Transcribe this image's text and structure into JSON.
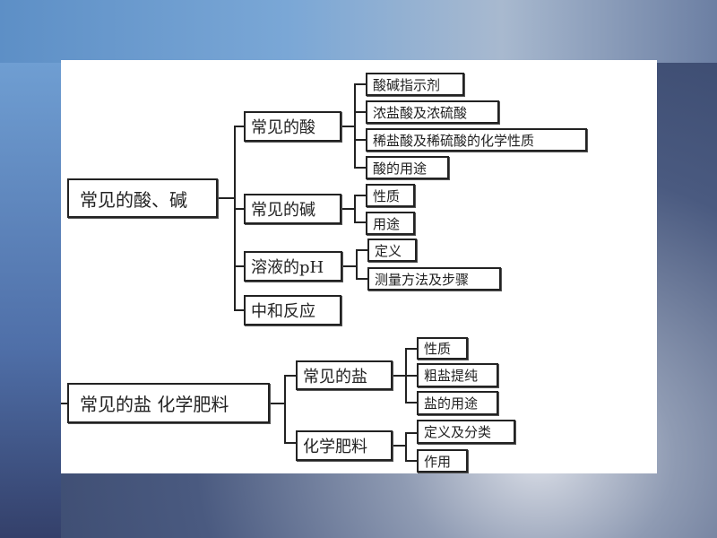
{
  "tree1": {
    "root": "常见的酸、碱",
    "children": [
      {
        "label": "常见的酸",
        "items": [
          "酸碱指示剂",
          "浓盐酸及浓硫酸",
          "稀盐酸及稀硫酸的化学性质",
          "酸的用途"
        ]
      },
      {
        "label": "常见的碱",
        "items": [
          "性质",
          "用途"
        ]
      },
      {
        "label": "溶液的pH",
        "items": [
          "定义",
          "测量方法及步骤"
        ]
      },
      {
        "label": "中和反应",
        "items": []
      }
    ]
  },
  "tree2": {
    "root": "常见的盐  化学肥料",
    "children": [
      {
        "label": "常见的盐",
        "items": [
          "性质",
          "粗盐提纯",
          "盐的用途"
        ]
      },
      {
        "label": "化学肥料",
        "items": [
          "定义及分类",
          "作用"
        ]
      }
    ]
  }
}
